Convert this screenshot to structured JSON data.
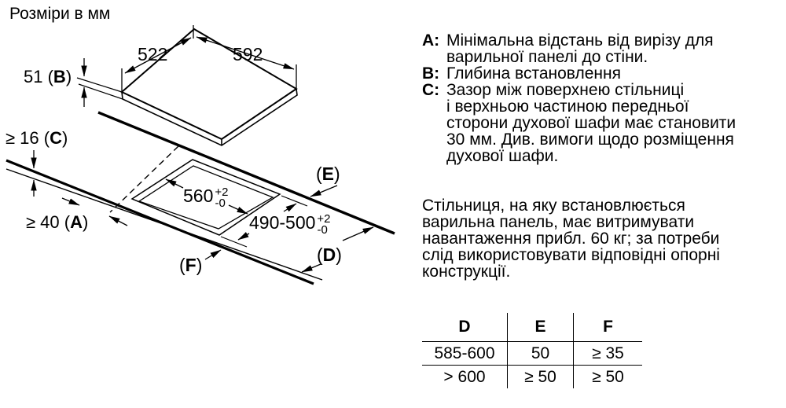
{
  "title": "Розміри в мм",
  "colors": {
    "ink": "#000000",
    "background": "#ffffff"
  },
  "diagram": {
    "dim_522": "522",
    "dim_592": "592",
    "dim_b": {
      "pre": "51 (",
      "letter": "B",
      "post": ")"
    },
    "dim_c": {
      "pre": "≥ 16 (",
      "letter": "C",
      "post": ")"
    },
    "dim_a": {
      "pre": "≥ 40 (",
      "letter": "A",
      "post": ")"
    },
    "label_e": {
      "pre": "(",
      "letter": "E",
      "post": ")"
    },
    "label_d": {
      "pre": "(",
      "letter": "D",
      "post": ")"
    },
    "label_f": {
      "pre": "(",
      "letter": "F",
      "post": ")"
    },
    "cutout_width": {
      "value": "560",
      "tol_plus": "+2",
      "tol_minus": "-0"
    },
    "cutout_depth": {
      "value": "490-500",
      "tol_plus": "+2",
      "tol_minus": "-0"
    }
  },
  "legend": [
    {
      "key": "A:",
      "lines": [
        "Мінімальна відстань від вирізу для",
        "варильної панелі до стіни."
      ]
    },
    {
      "key": "B:",
      "lines": [
        "Глибина встановлення"
      ]
    },
    {
      "key": "C:",
      "lines": [
        "Зазор між поверхнею стільниці",
        "і верхньою частиною передньої",
        "сторони духової шафи має становити",
        "30 мм. Див. вимоги щодо розміщення",
        "духової шафи."
      ]
    }
  ],
  "paragraph_lines": [
    "Стільниця, на яку встановлюється",
    "варильна панель, має витримувати",
    "навантаження прибл. 60 кг; за потреби",
    "слід використовувати відповідні опорні",
    "конструкції."
  ],
  "table": {
    "headers": [
      "D",
      "E",
      "F"
    ],
    "rows": [
      [
        "585-600",
        "50",
        "≥ 35"
      ],
      [
        "> 600",
        "≥ 50",
        "≥ 50"
      ]
    ]
  }
}
